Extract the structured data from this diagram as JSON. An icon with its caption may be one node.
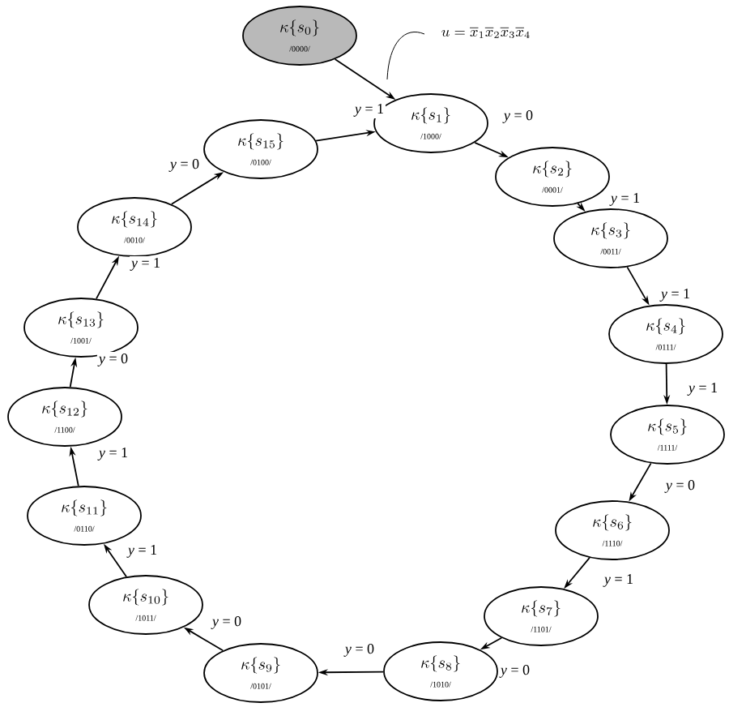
{
  "diagram": {
    "nodes": [
      {
        "text": [
          "\\kappa\\{s_{0}\\}",
          "/0000/"
        ]
      },
      {
        "text": [
          "\\kappa\\{s_{1}\\}",
          "/1000/"
        ]
      },
      {
        "text": [
          "\\kappa\\{s_{2}\\}",
          "/0001/"
        ]
      },
      {
        "text": [
          "\\kappa\\{s_{3}\\}",
          "/0011/"
        ]
      },
      {
        "text": [
          "\\kappa\\{s_{4}\\}",
          "/0111/"
        ]
      },
      {
        "text": [
          "\\kappa\\{s_{5}\\}",
          "/1111/"
        ]
      },
      {
        "text": [
          "\\kappa\\{s_{6}\\}",
          "/1110/"
        ]
      },
      {
        "text": [
          "\\kappa\\{s_{7}\\}",
          "/1101/"
        ]
      },
      {
        "text": [
          "\\kappa\\{s_{8}\\}",
          "/1010/"
        ]
      },
      {
        "text": [
          "\\kappa\\{s_{9}\\}",
          "/0101/"
        ]
      },
      {
        "text": [
          "\\kappa\\{s_{10}\\}",
          "/1011/"
        ]
      },
      {
        "text": [
          "\\kappa\\{s_{11}\\}",
          "/0110/"
        ]
      },
      {
        "text": [
          "\\kappa\\{s_{12}\\}",
          "/1100/"
        ]
      },
      {
        "text": [
          "\\kappa\\{s_{13}\\}",
          "/1001/"
        ]
      },
      {
        "text": [
          "\\kappa\\{s_{14}\\}",
          "/0010/"
        ]
      },
      {
        "text": [
          "\\kappa\\{s_{15}\\}",
          "/0100/"
        ]
      }
    ],
    "edges": [
      {
        "from": 0,
        "to": 1,
        "arrow": "to",
        "label": "u=\\overline{x}_1\\overline{x}_2\\overline{x}_3\\overline{x}_4"
      },
      {
        "from": 1,
        "to": 2,
        "arrow": "to",
        "label": "*y* = 0"
      },
      {
        "from": 2,
        "to": 3,
        "arrow": "to",
        "label": "*y* = 1"
      },
      {
        "from": 3,
        "to": 4,
        "arrow": "to",
        "label": "*y* = 1"
      },
      {
        "from": 4,
        "to": 5,
        "arrow": "to",
        "label": "*y* = 1"
      },
      {
        "from": 5,
        "to": 6,
        "arrow": "to",
        "label": "*y* = 0"
      },
      {
        "from": 6,
        "to": 7,
        "arrow": "to",
        "label": "*y* = 1"
      },
      {
        "from": 7,
        "to": 8,
        "arrow": "to",
        "label": "*y* = 0"
      },
      {
        "from": 8,
        "to": 9,
        "arrow": "to",
        "label": "*y* = 0"
      },
      {
        "from": 9,
        "to": 10,
        "arrow": "to",
        "label": "*y* = 0"
      },
      {
        "from": 10,
        "to": 11,
        "arrow": "to",
        "label": "*y* = 1"
      },
      {
        "from": 11,
        "to": 12,
        "arrow": "to",
        "label": "*y* = 1"
      },
      {
        "from": 12,
        "to": 13,
        "arrow": "to",
        "label": "*y* = 0"
      },
      {
        "from": 13,
        "to": 14,
        "arrow": "to",
        "label": "*y* = 1"
      },
      {
        "from": 14,
        "to": 15,
        "arrow": "to",
        "label": "*y* = 0"
      },
      {
        "from": 15,
        "to": 1,
        "arrow": "to",
        "label": "*y* = 1"
      }
    ]
  }
}
